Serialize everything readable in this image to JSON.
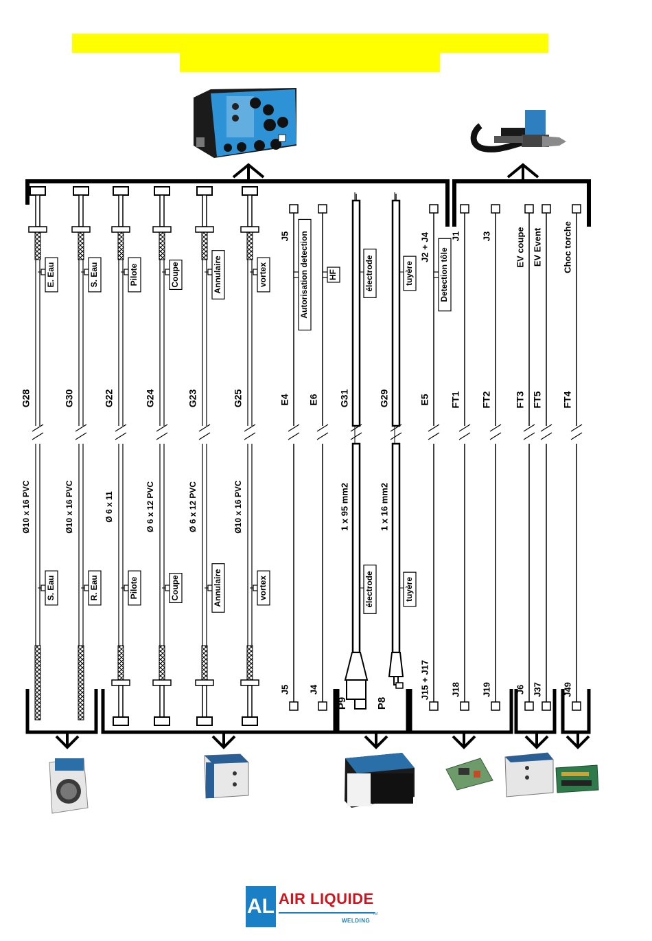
{
  "colors": {
    "banner": "#ffff00",
    "line": "#000000",
    "brand_blue": "#1a7fc4",
    "brand_red": "#d1141c"
  },
  "banner": {
    "line1": "",
    "line2": ""
  },
  "columns": [
    {
      "code": "G28",
      "size": "Ø10 x 16 PVC",
      "top_tag": "E. Eau",
      "bot_tag": "S. Eau",
      "conn": ""
    },
    {
      "code": "G30",
      "size": "Ø10 x 16 PVC",
      "top_tag": "S. Eau",
      "bot_tag": "R. Eau",
      "conn": ""
    },
    {
      "code": "G22",
      "size": "Ø 6 x 11",
      "top_tag": "Pilote",
      "bot_tag": "Pilote",
      "conn": ""
    },
    {
      "code": "G24",
      "size": "Ø 6 x 12 PVC",
      "top_tag": "Coupe",
      "bot_tag": "Coupe",
      "conn": ""
    },
    {
      "code": "G23",
      "size": "Ø 6 x 12 PVC",
      "top_tag": "Annulaire",
      "bot_tag": "Annulaire",
      "conn": ""
    },
    {
      "code": "G25",
      "size": "Ø10 x 16 PVC",
      "top_tag": "vortex",
      "bot_tag": "vortex",
      "conn": ""
    },
    {
      "code": "E4",
      "size": "",
      "top_tag": "Autorisation detection",
      "top_conn": "J5",
      "bot_tag": "",
      "conn": "J5"
    },
    {
      "code": "E6",
      "size": "",
      "top_tag": "HF",
      "top_conn": "",
      "bot_tag": "",
      "conn": "J4"
    },
    {
      "code": "G31",
      "size": "1 x 95 mm2",
      "top_tag": "électrode",
      "bot_tag": "électrode",
      "conn": "P9"
    },
    {
      "code": "G29",
      "size": "1 x 16 mm2",
      "top_tag": "tuyère",
      "bot_tag": "tuyère",
      "conn": "P8"
    },
    {
      "code": "E5",
      "size": "",
      "top_tag": "Detection tôle",
      "top_conn": "J2 + J4",
      "bot_tag": "",
      "conn": "J15 + J17"
    },
    {
      "code": "FT1",
      "size": "",
      "top_tag": "",
      "top_conn": "J1",
      "bot_tag": "",
      "conn": "J18"
    },
    {
      "code": "FT2",
      "size": "",
      "top_tag": "",
      "top_conn": "J3",
      "bot_tag": "",
      "conn": "J19"
    },
    {
      "code": "FT3",
      "size": "",
      "top_tag": "",
      "top_conn": "EV coupe",
      "bot_tag": "",
      "conn": "J6"
    },
    {
      "code": "FT5",
      "size": "",
      "top_tag": "",
      "top_conn": "EV Event",
      "bot_tag": "",
      "conn": "J37"
    },
    {
      "code": "FT4",
      "size": "",
      "top_tag": "",
      "top_conn": "Choc torche",
      "bot_tag": "",
      "conn": "J49"
    }
  ],
  "logo": {
    "mark": "AL",
    "name": "AIR LIQUIDE",
    "sub": "WELDING",
    "tm": "TM"
  }
}
